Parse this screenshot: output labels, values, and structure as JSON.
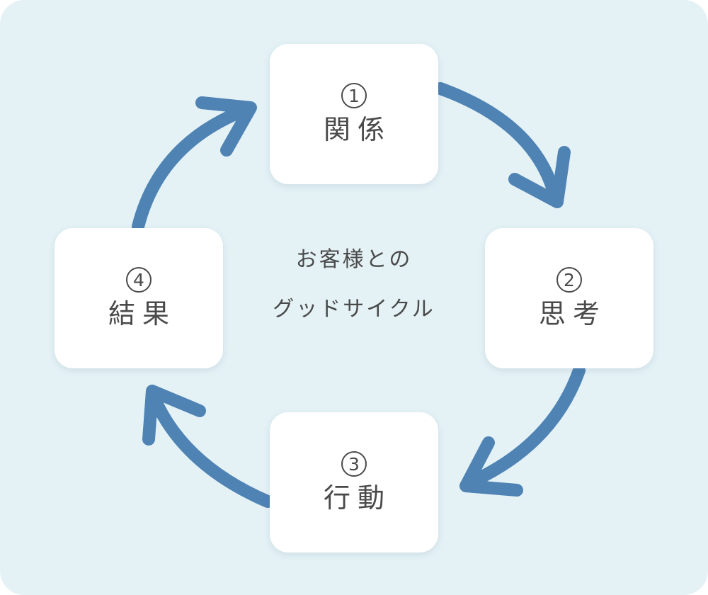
{
  "colors": {
    "panel": "#e4f2f6",
    "arrow": "#4f83b4",
    "card": "#ffffff",
    "text": "#4a4a4a"
  },
  "center_text": {
    "line1": "お客様との",
    "line2": "グッドサイクル"
  },
  "steps": [
    {
      "number": "1",
      "label": "関係"
    },
    {
      "number": "2",
      "label": "思考"
    },
    {
      "number": "3",
      "label": "行動"
    },
    {
      "number": "4",
      "label": "結果"
    }
  ],
  "flow": "clockwise cycle: 関係 → 思考 → 行動 → 結果 → 関係"
}
